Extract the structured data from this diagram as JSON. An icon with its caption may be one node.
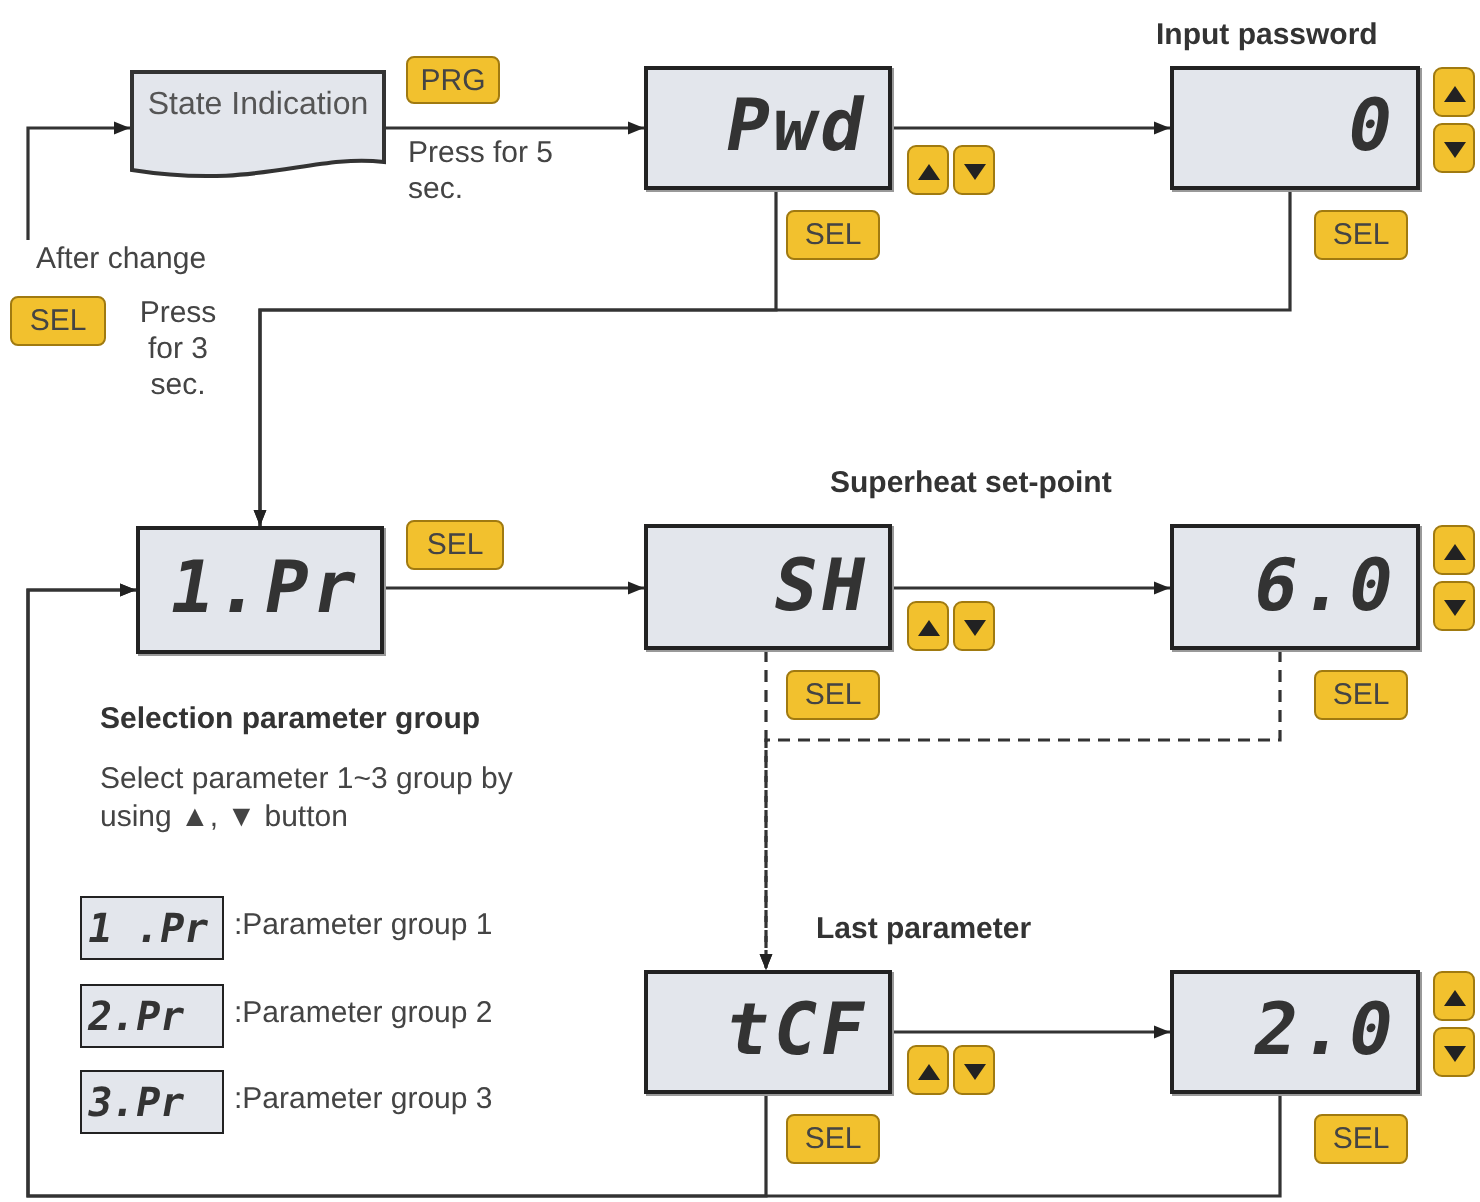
{
  "diagram": {
    "nodes": [
      {
        "text": [
          "State Indication"
        ]
      },
      {
        "text": [
          "PRG"
        ]
      },
      {
        "text": [
          "Pwd"
        ]
      },
      {
        "text": [
          "0"
        ]
      },
      {
        "text": [
          "SEL"
        ]
      },
      {
        "text": [
          "SEL"
        ]
      },
      {
        "text": [
          "SEL"
        ],
        "beside": [
          "Press for 3 sec."
        ]
      },
      {
        "text": [
          "1.Pr"
        ]
      },
      {
        "text": [
          "SEL"
        ]
      },
      {
        "text": [
          "SH"
        ]
      },
      {
        "text": [
          "6.0"
        ]
      },
      {
        "text": [
          "SEL"
        ]
      },
      {
        "text": [
          "SEL"
        ]
      },
      {
        "text": [
          "1 .Pr"
        ],
        "beside": [
          ":Parameter group 1"
        ]
      },
      {
        "text": [
          "2.Pr"
        ],
        "beside": [
          ":Parameter group 2"
        ]
      },
      {
        "text": [
          "3.Pr"
        ],
        "beside": [
          ":Parameter group 3"
        ]
      },
      {
        "text": [
          "tCF"
        ]
      },
      {
        "text": [
          "2.0"
        ]
      },
      {
        "text": [
          "SEL"
        ]
      },
      {
        "text": [
          "SEL"
        ]
      }
    ],
    "edges": [
      {
        "from": null,
        "to": 0,
        "arrow": "to",
        "label": "After change"
      },
      {
        "from": 0,
        "to": 2,
        "arrow": "to",
        "label": "Press for 5 sec."
      },
      {
        "from": 2,
        "to": 3,
        "arrow": "to"
      },
      {
        "from": 2,
        "to": 7,
        "arrow": "to"
      },
      {
        "from": 3,
        "to": 7,
        "arrow": "to"
      },
      {
        "from": 7,
        "to": 9,
        "arrow": "to"
      },
      {
        "from": 9,
        "to": 10,
        "arrow": "to"
      },
      {
        "from": 9,
        "to": 16,
        "arrow": "to",
        "style": "dashed"
      },
      {
        "from": 10,
        "to": 16,
        "arrow": "to",
        "style": "dashed"
      },
      {
        "from": 16,
        "to": 17,
        "arrow": "to"
      },
      {
        "from": 16,
        "to": 7,
        "arrow": "to"
      },
      {
        "from": 17,
        "to": 7,
        "arrow": "to"
      }
    ],
    "labels": [
      "Input password",
      "Superheat set-point",
      "Selection parameter group",
      "Select parameter 1~3 group by using ▲, ▼ button",
      "Last parameter"
    ]
  }
}
